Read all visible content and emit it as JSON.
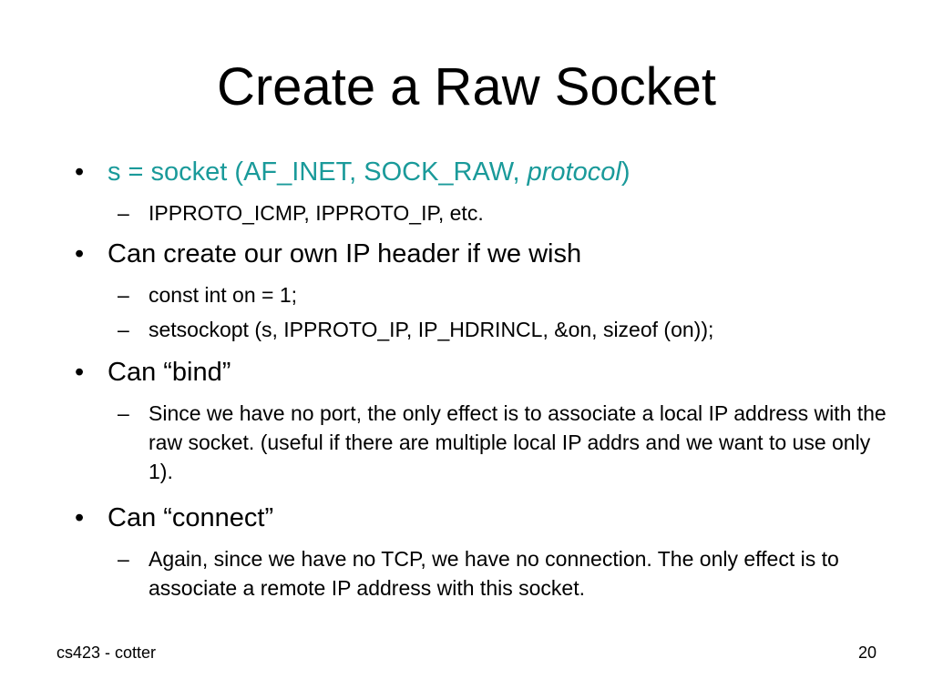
{
  "slide": {
    "title": "Create a Raw Socket",
    "bullet_marker": "•",
    "sub_marker": "–",
    "accent_color": "#1a9a9a",
    "items": [
      {
        "code_prefix": "s = socket (AF_INET, SOCK_RAW, ",
        "code_italic": "protocol",
        "code_suffix": ")"
      },
      {
        "sub": "IPPROTO_ICMP, IPPROTO_IP, etc."
      },
      {
        "text": "Can create our own IP header if we wish"
      },
      {
        "sub": "const int on = 1;"
      },
      {
        "sub": "setsockopt (s, IPPROTO_IP, IP_HDRINCL, &on, sizeof (on));"
      },
      {
        "text": "Can “bind”"
      },
      {
        "sub": "Since we have no port, the only effect is to associate a local IP address with the raw socket.  (useful if there are multiple local IP addrs and we want to use only 1)."
      },
      {
        "text": "Can “connect”"
      },
      {
        "sub": "Again, since we have no TCP, we have no connection.  The only effect is to associate a remote IP address with this socket."
      }
    ]
  },
  "footer": {
    "left": "cs423 - cotter",
    "page_number": "20"
  }
}
